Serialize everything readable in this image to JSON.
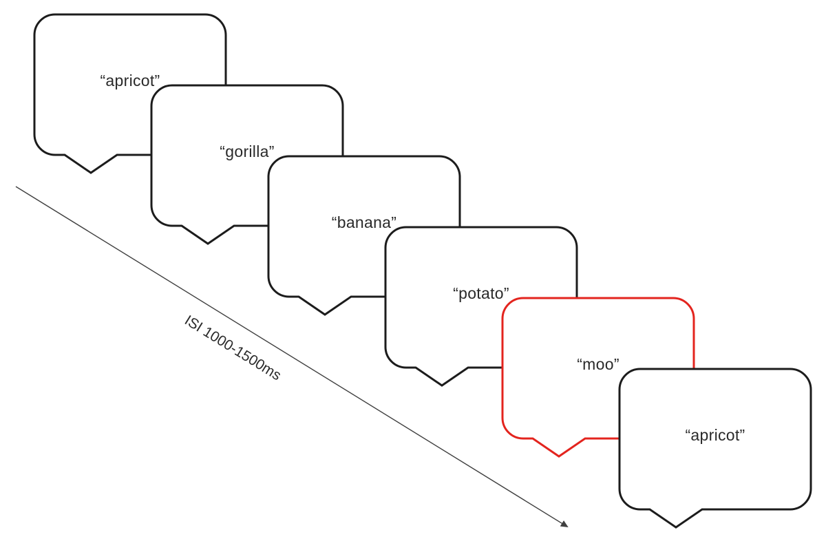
{
  "diagram": {
    "bubbles": [
      {
        "word": "“apricot”",
        "border_color": "#1c1c1c"
      },
      {
        "word": "“gorilla”",
        "border_color": "#1c1c1c"
      },
      {
        "word": "“banana”",
        "border_color": "#1c1c1c"
      },
      {
        "word": "“potato”",
        "border_color": "#1c1c1c"
      },
      {
        "word": "“moo”",
        "border_color": "#e3241e"
      },
      {
        "word": "“apricot”",
        "border_color": "#1c1c1c"
      }
    ],
    "arrow": {
      "label": "ISI 1000-1500ms"
    },
    "colors": {
      "background": "#ffffff",
      "bubble_fill": "#ffffff",
      "bubble_border": "#1c1c1c",
      "highlight_border": "#e3241e",
      "text": "#2a2a2a",
      "arrow": "#3f3f3f"
    }
  }
}
